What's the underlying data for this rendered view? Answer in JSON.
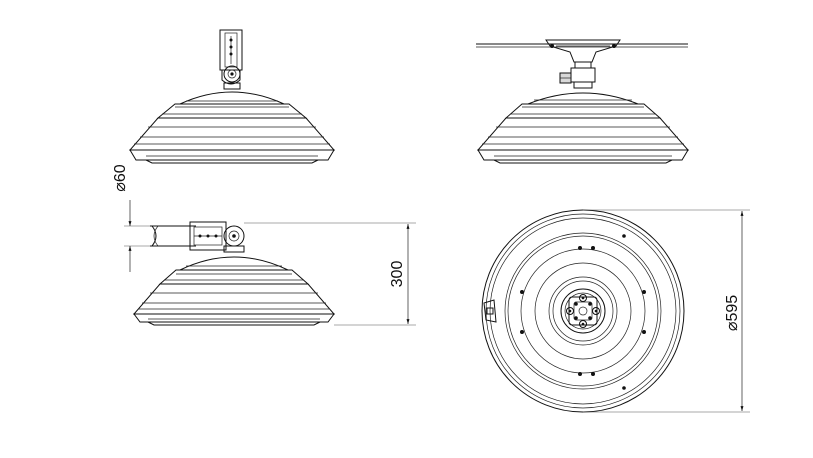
{
  "dimensions": {
    "pipe_diameter": "⌀60",
    "height": "300",
    "diameter": "⌀595"
  }
}
